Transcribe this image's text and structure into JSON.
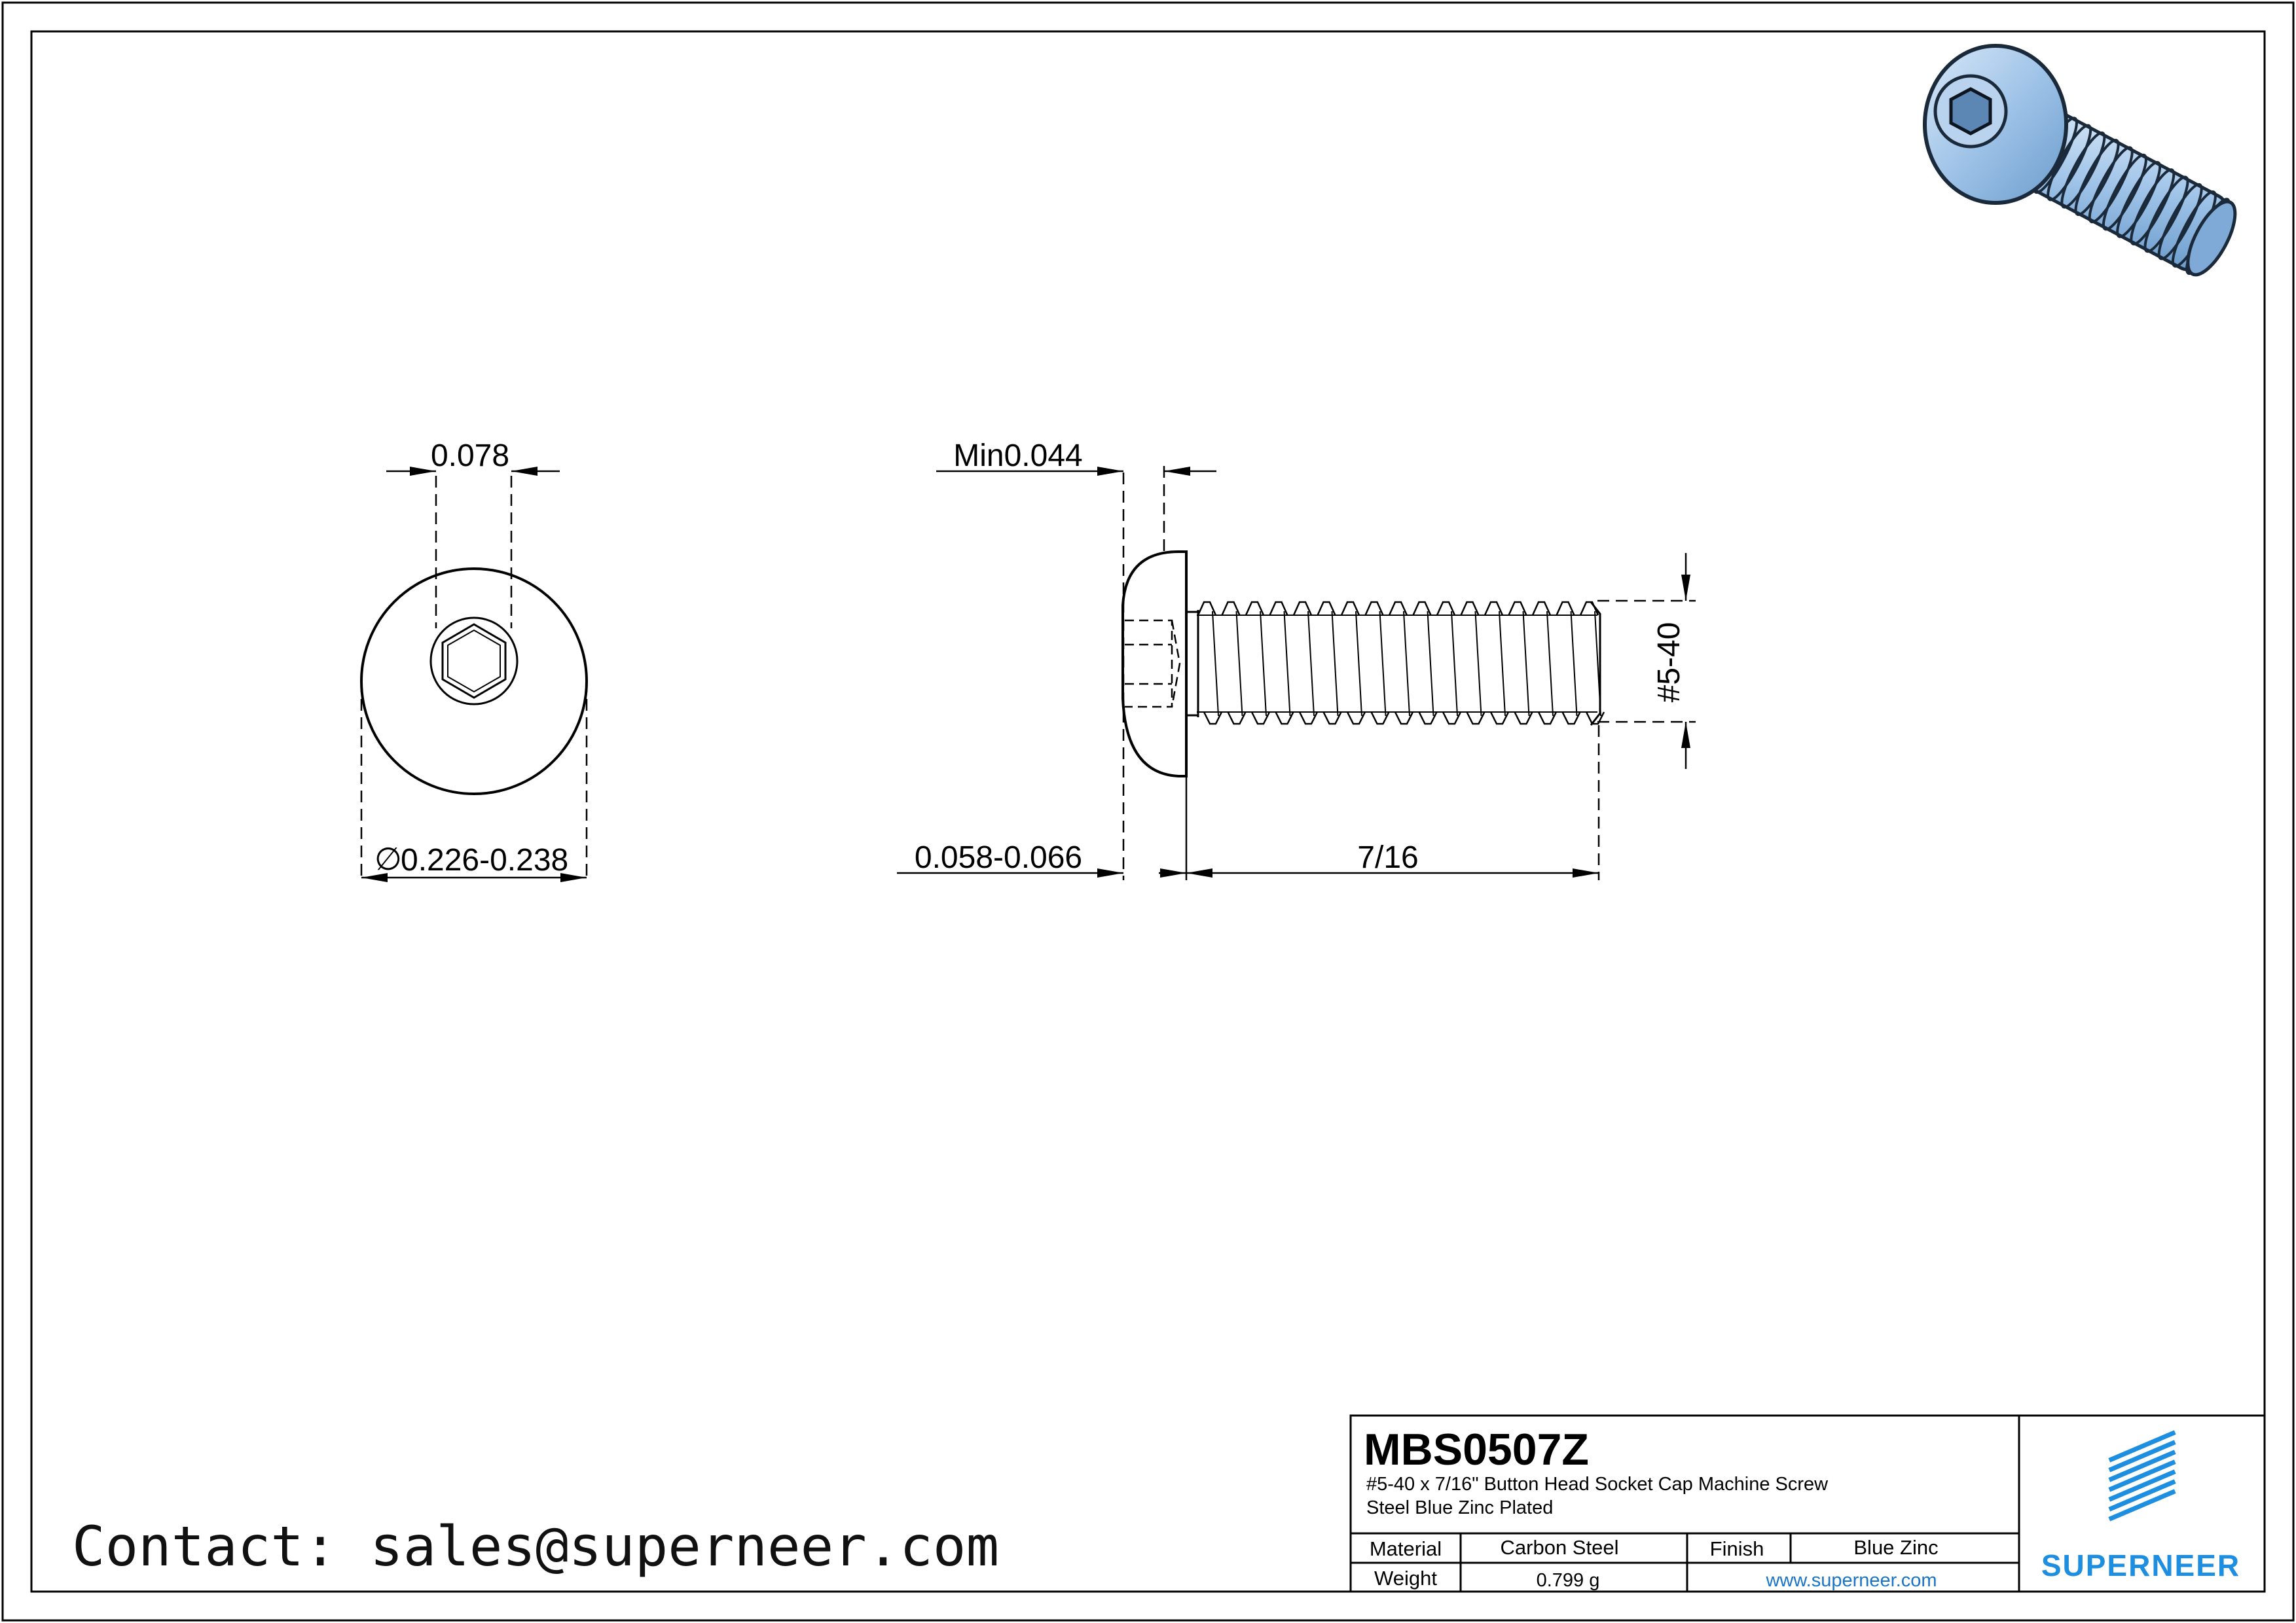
{
  "drawing": {
    "dimensions": {
      "hex_size": "0.078",
      "head_diameter": "0.226-0.238",
      "diameter_symbol": "∅",
      "socket_depth": "Min0.044",
      "head_height": "0.058-0.066",
      "length": "7/16",
      "thread": "#5-40"
    }
  },
  "title_block": {
    "part_number": "MBS0507Z",
    "description_line1": "#5-40 x 7/16\"  Button Head Socket Cap Machine Screw",
    "description_line2": "Steel Blue Zinc Plated",
    "material_label": "Material",
    "material_value": "Carbon Steel",
    "finish_label": "Finish",
    "finish_value": "Blue Zinc",
    "weight_label": "Weight",
    "weight_value": "0.799 g",
    "website": "www.superneer.com",
    "brand": "SUPERNEER"
  },
  "contact": "Contact: sales@superneer.com",
  "colors": {
    "line": "#000000",
    "brand_blue": "#1e8fe0",
    "link_blue": "#1a75c9",
    "screw_blue": "#9fc3e8"
  }
}
